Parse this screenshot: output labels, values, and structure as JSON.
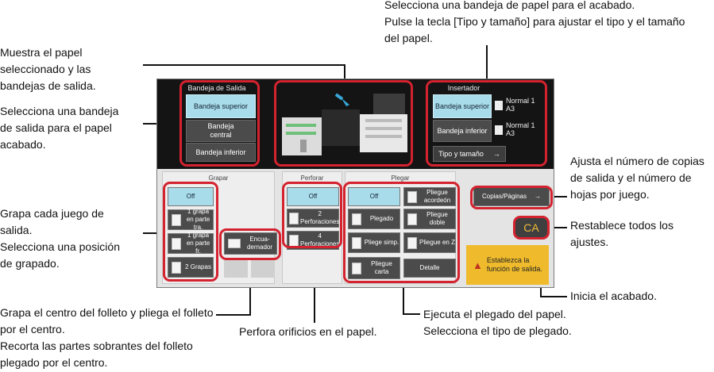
{
  "annotations": {
    "top_right": [
      "Selecciona una bandeja de papel para el acabado.",
      "Pulse la tecla [Tipo y tamaño] para ajustar el tipo y el tamaño",
      "del papel."
    ],
    "left_1": [
      "Muestra el papel",
      "seleccionado y las",
      "bandejas de salida."
    ],
    "left_2": [
      "Selecciona una bandeja",
      "de salida para el papel",
      "acabado."
    ],
    "left_3": [
      "Grapa cada juego de",
      "salida.",
      "Selecciona una posición",
      "de grapado."
    ],
    "bottom_left": [
      "Grapa el centro del folleto y pliega el folleto",
      "por el centro.",
      "Recorta las partes sobrantes del folleto",
      "plegado por el centro."
    ],
    "bottom_mid": "Perfora orificios en el papel.",
    "bottom_right": [
      "Ejecuta el plegado del papel.",
      "Selecciona el tipo de plegado."
    ],
    "right_1": [
      "Ajusta el número de copias",
      "de salida y el número de",
      "hojas por juego."
    ],
    "right_2": [
      "Restablece todos los",
      "ajustes."
    ],
    "right_3": "Inicia el acabado."
  },
  "ui": {
    "output_tray": {
      "title": "Bandeja de Salida",
      "upper": "Bandeja superior",
      "central": "Bandeja central",
      "lower": "Bandeja inferior"
    },
    "inserter": {
      "title": "Insertador",
      "upper": "Bandeja superior",
      "lower": "Bandeja inferior",
      "upper_info1": "Normal 1",
      "upper_info2": "A3",
      "lower_info1": "Normal 1",
      "lower_info2": "A3",
      "type_size": "Tipo y tamaño"
    },
    "staple": {
      "title": "Grapar",
      "off": "Off",
      "opt1": "1 grapa en parte tra.",
      "opt2": "1 grapa en parte fr.",
      "opt3": "2 Grapas",
      "saddle": "Encua-dernador"
    },
    "punch": {
      "title": "Perforar",
      "off": "Off",
      "opt1": "2 Perforaciones",
      "opt2": "4 Perforaciones"
    },
    "fold": {
      "title": "Plegar",
      "off": "Off",
      "accordion": "Pliegue acordeón",
      "folded": "Plegado",
      "double": "Pliegue doble",
      "simple": "Pliege simp.",
      "z": "Pliegue en Z",
      "letter": "Pliegue carta",
      "detail": "Detalle"
    },
    "copies": "Copias/Páginas",
    "ca": "CA",
    "start": "Establezca la función de salida."
  }
}
